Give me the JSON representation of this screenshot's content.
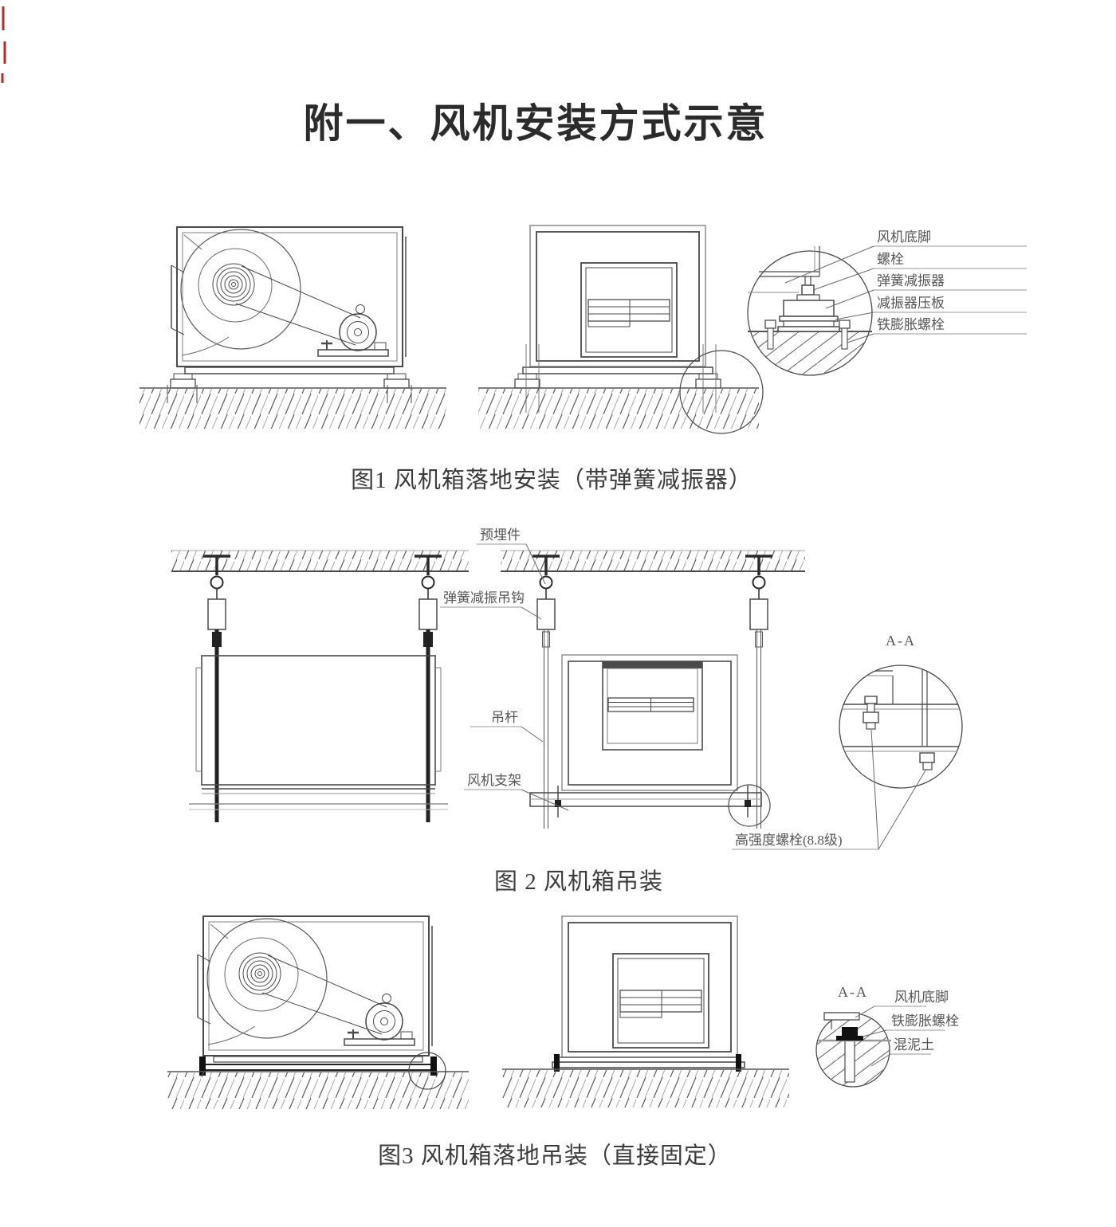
{
  "page": {
    "title": "附一、风机安装方式示意",
    "background": "#ffffff",
    "ink": "#4a4a4a",
    "ink_light": "#8a8a8a",
    "ink_black": "#1a1a1a",
    "scan_mark_color": "#bb2a2a"
  },
  "figure1": {
    "caption": "图1 风机箱落地安装（带弹簧减振器）",
    "labels": {
      "fan_foot": "风机底脚",
      "bolt": "螺栓",
      "spring_damper": "弹簧减振器",
      "damper_plate": "减振器压板",
      "iron_expansion_bolt": "铁膨胀螺栓"
    }
  },
  "figure2": {
    "caption": "图 2 风机箱吊装",
    "section_label": "A-A",
    "labels": {
      "embedded_part": "预埋件",
      "spring_damper_hook": "弹簧减振吊钩",
      "hanger_rod": "吊杆",
      "fan_bracket": "风机支架",
      "high_strength_bolt": "高强度螺栓(8.8级)"
    }
  },
  "figure3": {
    "caption": "图3 风机箱落地吊装（直接固定）",
    "section_label": "A-A",
    "labels": {
      "fan_foot": "风机底脚",
      "iron_expansion_bolt": "铁膨胀螺栓",
      "concrete": "混泥土"
    }
  }
}
